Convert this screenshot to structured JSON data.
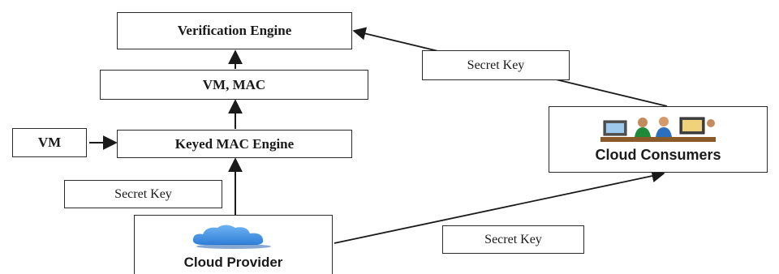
{
  "nodes": {
    "verification_engine": "Verification Engine",
    "vm_mac": "VM, MAC",
    "keyed_mac_engine": "Keyed MAC Engine",
    "vm_input": "VM",
    "cloud_consumers": "Cloud Consumers",
    "cloud_provider": "Cloud Provider"
  },
  "labels": {
    "secret_key_left": "Secret Key",
    "secret_key_consumer_to_verification": "Secret Key",
    "secret_key_provider_to_consumer": "Secret Key"
  },
  "colors": {
    "border": "#2b2b2b",
    "text": "#1a1a1a",
    "cloud_blue": "#2f7ed8"
  },
  "icons": {
    "consumers": "people-at-computers-icon",
    "provider": "cloud-icon"
  }
}
